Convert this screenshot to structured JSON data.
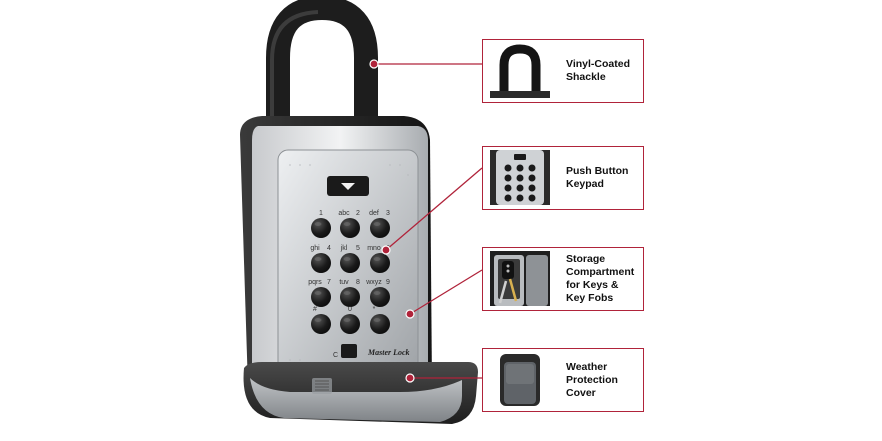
{
  "product": {
    "keypad": {
      "letters": [
        "",
        "abc",
        "def",
        "ghi",
        "jkl",
        "mno",
        "pqrs",
        "tuv",
        "wxyz",
        "#",
        "",
        "*"
      ],
      "digits": [
        "1",
        "2",
        "3",
        "4",
        "5",
        "6",
        "7",
        "8",
        "9",
        "",
        "0",
        ""
      ],
      "clear_label": "C"
    },
    "brand_text": "Master Lock"
  },
  "callouts": [
    {
      "id": "shackle",
      "label": "Vinyl-Coated\nShackle"
    },
    {
      "id": "keypad",
      "label": "Push Button\nKeypad"
    },
    {
      "id": "storage",
      "label": "Storage\nCompartment\nfor Keys &\nKey Fobs"
    },
    {
      "id": "cover",
      "label": "Weather\nProtection\nCover"
    }
  ],
  "colors": {
    "callout_border": "#b0233a",
    "leader_line": "#b0233a",
    "leader_dot": "#b0233a",
    "body_dark": "#2b2b2b",
    "faceplate": "#c9cbce",
    "button": "#1c1c1c"
  }
}
